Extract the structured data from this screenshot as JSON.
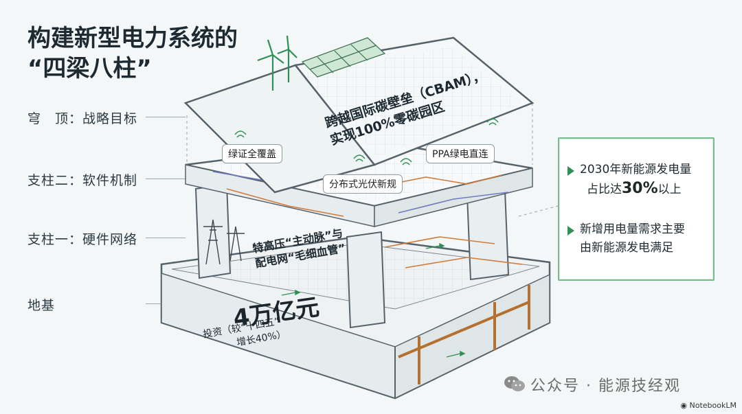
{
  "title": {
    "line1": "构建新型电力系统的",
    "line2": "“四梁八柱”"
  },
  "layers": {
    "dome": "穹　顶：战略目标",
    "pillar2": "支柱二：软件机制",
    "pillar1": "支柱一：硬件网络",
    "foundation": "地基"
  },
  "roof": {
    "line1": "跨越国际碳壁垒（CBAM），",
    "line2": "实现100%零碳园区"
  },
  "tags": {
    "green_cert": "绿证全覆盖",
    "ppa": "PPA绿电直连",
    "distributed_pv": "分布式光伏新规"
  },
  "grid_callout": {
    "line1": "特高压“主动脉”与",
    "line2": "配电网“毛细血管”"
  },
  "foundation_text": {
    "amount": "4万亿元",
    "note1": "投资（较“十四五”",
    "note2": "增长40%）"
  },
  "info_box": {
    "item1_pre": "2030年新能源发电量",
    "item1_mid": "占比达",
    "item1_big": "30%",
    "item1_post": "以上",
    "item2_line1": "新增用电量需求主要",
    "item2_line2": "由新能源发电满足"
  },
  "watermark": "公众号 · 能源技经观",
  "brand": "NotebookLM",
  "colors": {
    "accent_green": "#2f8f55",
    "frame": "#5e6b71",
    "orange_wire": "#d07a3a"
  }
}
